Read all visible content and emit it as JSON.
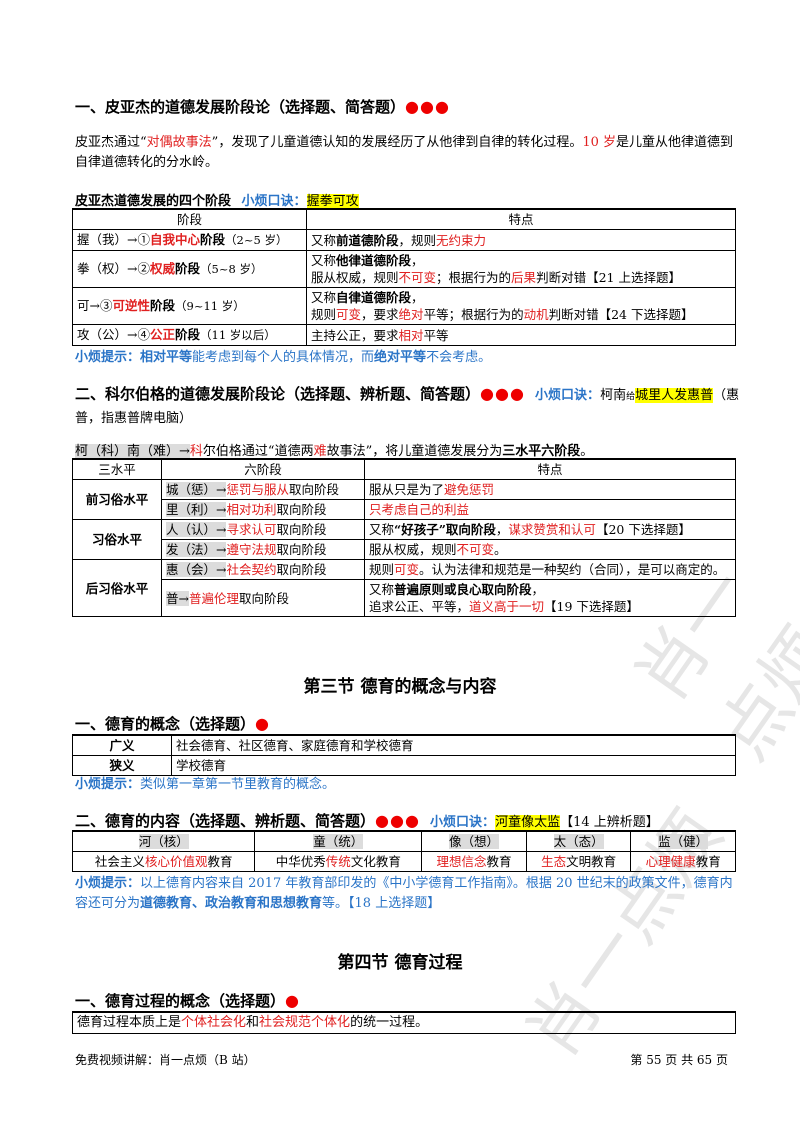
{
  "section_piaget": {
    "title": "一、皮亚杰的道德发展阶段论（选择题、简答题）",
    "dots": "●●●",
    "intro_1": "皮亚杰通过“",
    "method": "对偶故事法",
    "intro_2": "”，发现了儿童道德认知的发展经历了从他律到自律的转化过程。",
    "age": "10 岁",
    "intro_3": "是儿童从他律道德到自律道德转化的分水岭。",
    "table_title": "皮亚杰道德发展的四个阶段",
    "mnemonic_label": "小烦口诀：",
    "mnemonic": "握拳可攻",
    "headers": [
      "阶段",
      "特点"
    ],
    "rows": [
      {
        "prefix": "握（我）→①",
        "key": "自我中心",
        "suffix": "阶段",
        "age": "（2~5 岁）",
        "f1": "又称",
        "f1b": "前道德阶段",
        "f1c": "，规则",
        "f1r": "无约束力"
      },
      {
        "prefix": "拳（权）→②",
        "key": "权威",
        "suffix": "阶段",
        "age": "（5~8 岁）"
      },
      {
        "prefix": "可→③",
        "key": "可逆性",
        "suffix": "阶段",
        "age": "（9~11 岁）"
      },
      {
        "prefix": "攻（公）→④",
        "key": "公正",
        "suffix": "阶段",
        "age": "（11 岁以后）"
      }
    ],
    "row2_l1a": "又称",
    "row2_l1b": "他律道德阶段",
    "row2_l1c": "，",
    "row2_l2a": "服从权威，规则",
    "row2_l2r": "不可变",
    "row2_l2b": "；根据行为的",
    "row2_l2r2": "后果",
    "row2_l2c": "判断对错【21 上选择题】",
    "row3_l1a": "又称",
    "row3_l1b": "自律道德阶段",
    "row3_l1c": "，",
    "row3_l2a": "规则",
    "row3_l2r": "可变",
    "row3_l2b": "，要求",
    "row3_l2r2": "绝对",
    "row3_l2c": "平等；根据行为的",
    "row3_l2r3": "动机",
    "row3_l2d": "判断对错【24 下选择题】",
    "row4_a": "主持公正，要求",
    "row4_r": "相对",
    "row4_b": "平等",
    "tip_label": "小烦提示：",
    "tip_b1": "相对平等",
    "tip_1": "能考虑到每个人的具体情况，而",
    "tip_b2": "绝对平等",
    "tip_2": "不会考虑。"
  },
  "section_kohlberg": {
    "title": "二、科尔伯格的道德发展阶段论（选择题、辨析题、简答题）",
    "dots": "●●●",
    "mnemonic_label": "小烦口诀：",
    "mnemonic_pre": "柯南",
    "mnemonic_small": "给",
    "mnemonic_hl": "城里人发惠普",
    "mnemonic_note": "（惠普，指惠普牌电脑）",
    "line_gray": "柯（科）南（难）→",
    "line_r1": "科",
    "line_a": "尔伯格通过“道德两",
    "line_r2": "难",
    "line_b": "故事法”，将儿童道德发展分为",
    "line_bold": "三水平六阶段",
    "line_end": "。",
    "headers": [
      "三水平",
      "六阶段",
      "特点"
    ],
    "levels": [
      "前习俗水平",
      "习俗水平",
      "后习俗水平"
    ],
    "stages": [
      {
        "gray": "城（惩）→",
        "red": "惩罚与服从",
        "rest": "取向阶段"
      },
      {
        "gray": "里（利）→",
        "red": "相对功利",
        "rest": "取向阶段"
      },
      {
        "gray": "人（认）→",
        "red": "寻求认可",
        "rest": "取向阶段"
      },
      {
        "gray": "发（法）→",
        "red": "遵守法规",
        "rest": "取向阶段"
      },
      {
        "gray": "惠（会）→",
        "red": "社会契约",
        "rest": "取向阶段"
      },
      {
        "gray": "普→",
        "red": "普遍伦理",
        "rest": "取向阶段"
      }
    ],
    "f1a": "服从只是为了",
    "f1r": "避免惩罚",
    "f2r": "只考虑自己的利益",
    "f3a": "又称",
    "f3b": "“好孩子”取向阶段",
    "f3c": "，",
    "f3r": "谋求赞赏和认可",
    "f3d": "【20 下选择题】",
    "f4a": "服从权威，规则",
    "f4r": "不可变",
    "f4b": "。",
    "f5a": "规则",
    "f5r": "可变",
    "f5b": "。认为法律和规范是一种契约（合同），是可以商定的。",
    "f6a": "又称",
    "f6b": "普遍原则或良心取向阶段",
    "f6c": "，",
    "f6d": "追求公正、平等，",
    "f6r": "道义高于一切",
    "f6e": "【19 下选择题】"
  },
  "section3": {
    "title": "第三节  德育的概念与内容",
    "concept_title": "一、德育的概念（选择题）",
    "concept_dot": "●",
    "broad_label": "广义",
    "broad_text": "社会德育、社区德育、家庭德育和学校德育",
    "narrow_label": "狭义",
    "narrow_text": "学校德育",
    "tip_label": "小烦提示：",
    "tip_text": "类似第一章第一节里教育的概念。",
    "content_title": "二、德育的内容（选择题、辨析题、简答题）",
    "content_dots": "●●●",
    "mnemonic_label": "小烦口诀：",
    "mnemonic": "河童像太监",
    "mnemonic_note": "【14 上辨析题】",
    "cols": [
      {
        "h": "河（核）",
        "a": "社会主义",
        "r": "核心价值观",
        "b": "教育"
      },
      {
        "h": "童（统）",
        "a": "中华优秀",
        "r": "传统",
        "b": "文化教育"
      },
      {
        "h": "像（想）",
        "a": "",
        "r": "理想信念",
        "b": "教育"
      },
      {
        "h": "太（态）",
        "a": "",
        "r": "生态",
        "b": "文明教育"
      },
      {
        "h": "监（健）",
        "a": "",
        "r": "心理健康",
        "b": "教育"
      }
    ],
    "tip2_label": "小烦提示：",
    "tip2_text": "以上德育内容来自 2017 年教育部印发的《中小学德育工作指南》。根据 20 世纪末的政策文件，德育内容还可分为",
    "tip2_bold": "道德教育、政治教育和思想教育",
    "tip2_end": "等。【18 上选择题】"
  },
  "section4": {
    "title": "第四节  德育过程",
    "concept_title": "一、德育过程的概念（选择题）",
    "concept_dot": "●",
    "box_a": "德育过程本质上是",
    "box_r1": "个体社会化",
    "box_b": "和",
    "box_r2": "社会规范个体化",
    "box_c": "的统一过程。"
  },
  "footer": {
    "left": "免费视频讲解：肖一点烦（B 站）",
    "right": "第 55 页 共 65 页"
  },
  "watermark": "肖一点烦"
}
